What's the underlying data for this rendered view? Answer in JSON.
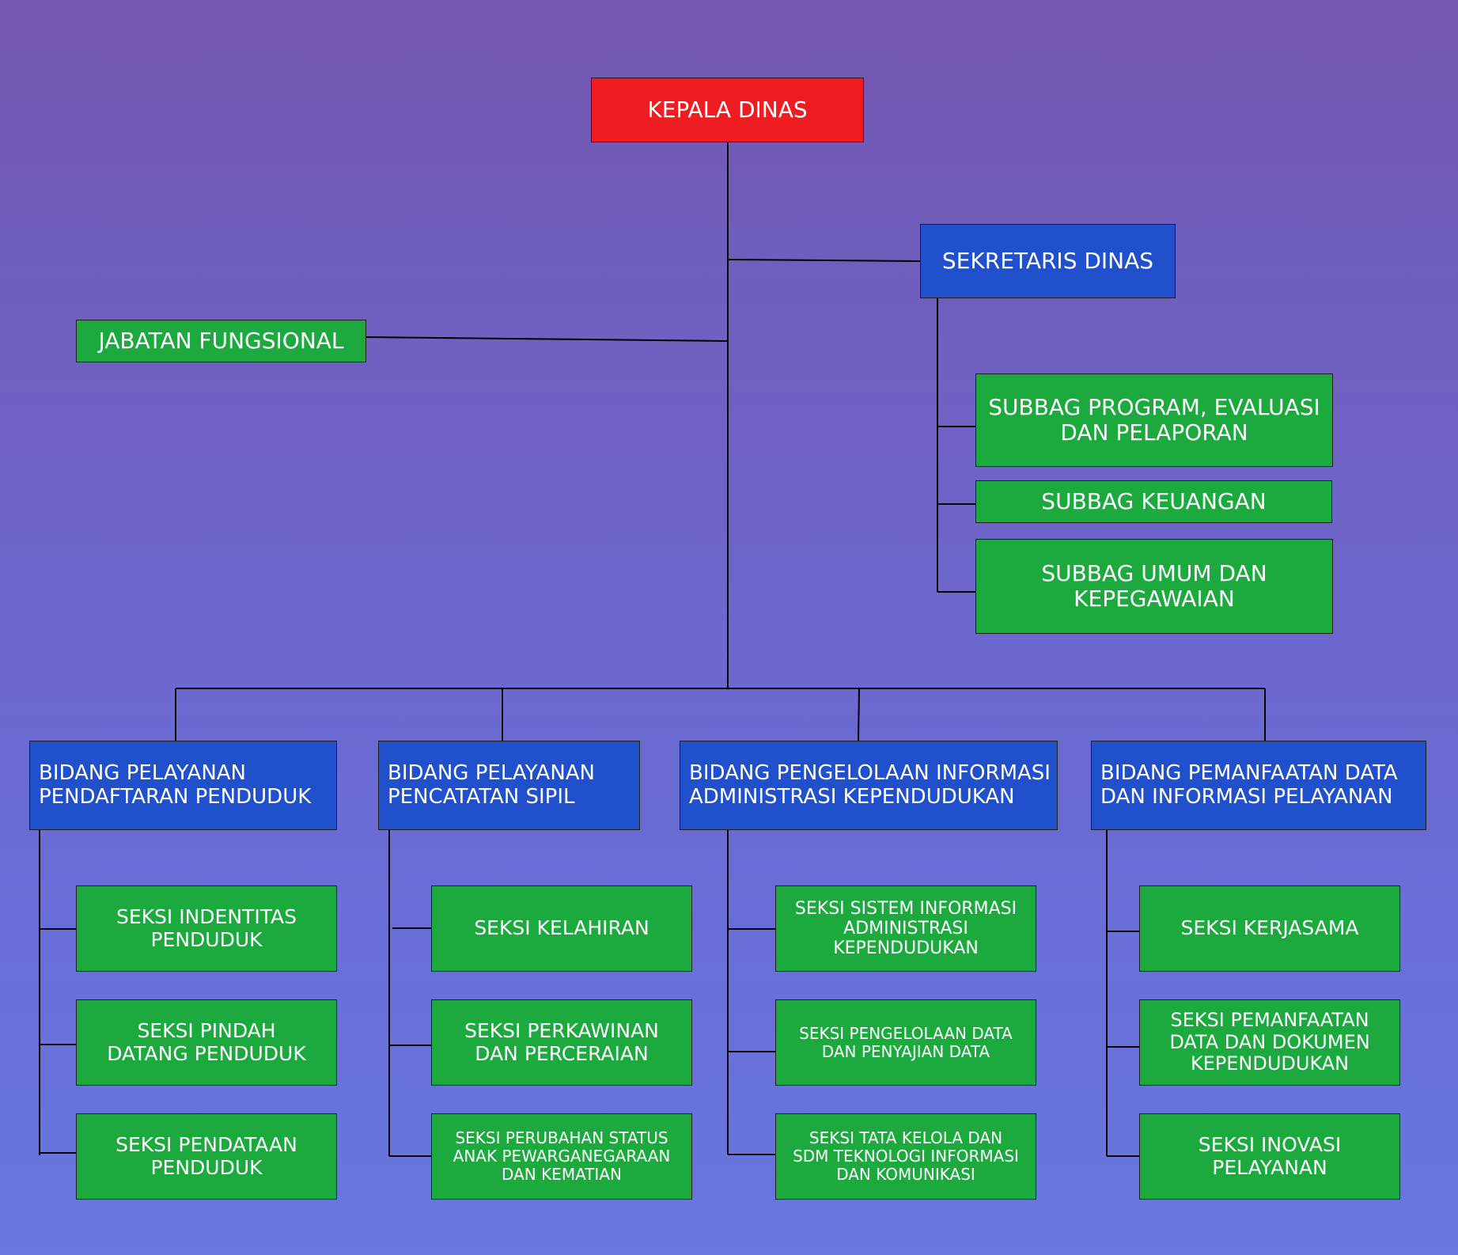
{
  "colors": {
    "head": "#ef1d22",
    "department": "#2150cc",
    "unit": "#1caa3f",
    "line": "#000000",
    "text": "#ffffff"
  },
  "head": "KEPALA DINAS",
  "secretary": {
    "title": "SEKRETARIS DINAS",
    "subunits": [
      "SUBBAG PROGRAM, EVALUASI\nDAN PELAPORAN",
      "SUBBAG KEUANGAN",
      "SUBBAG UMUM DAN\nKEPEGAWAIAN"
    ]
  },
  "functional": "JABATAN FUNGSIONAL",
  "divisions": [
    {
      "title": "BIDANG PELAYANAN\nPENDAFTARAN PENDUDUK",
      "sections": [
        "SEKSI INDENTITAS\nPENDUDUK",
        "SEKSI PINDAH\nDATANG PENDUDUK",
        "SEKSI PENDATAAN\nPENDUDUK"
      ]
    },
    {
      "title": "BIDANG PELAYANAN\nPENCATATAN SIPIL",
      "sections": [
        "SEKSI KELAHIRAN",
        "SEKSI PERKAWINAN\nDAN PERCERAIAN",
        "SEKSI PERUBAHAN STATUS\nANAK PEWARGANEGARAAN\nDAN KEMATIAN"
      ]
    },
    {
      "title": "BIDANG PENGELOLAAN INFORMASI\nADMINISTRASI KEPENDUDUKAN",
      "sections": [
        "SEKSI SISTEM INFORMASI\nADMINISTRASI\nKEPENDUDUKAN",
        "SEKSI PENGELOLAAN DATA\nDAN PENYAJIAN DATA",
        "SEKSI TATA KELOLA DAN\nSDM TEKNOLOGI INFORMASI\nDAN KOMUNIKASI"
      ]
    },
    {
      "title": "BIDANG PEMANFAATAN DATA\nDAN INFORMASI PELAYANAN",
      "sections": [
        "SEKSI KERJASAMA",
        "SEKSI PEMANFAATAN\nDATA DAN DOKUMEN\nKEPENDUDUKAN",
        "SEKSI INOVASI\nPELAYANAN"
      ]
    }
  ]
}
